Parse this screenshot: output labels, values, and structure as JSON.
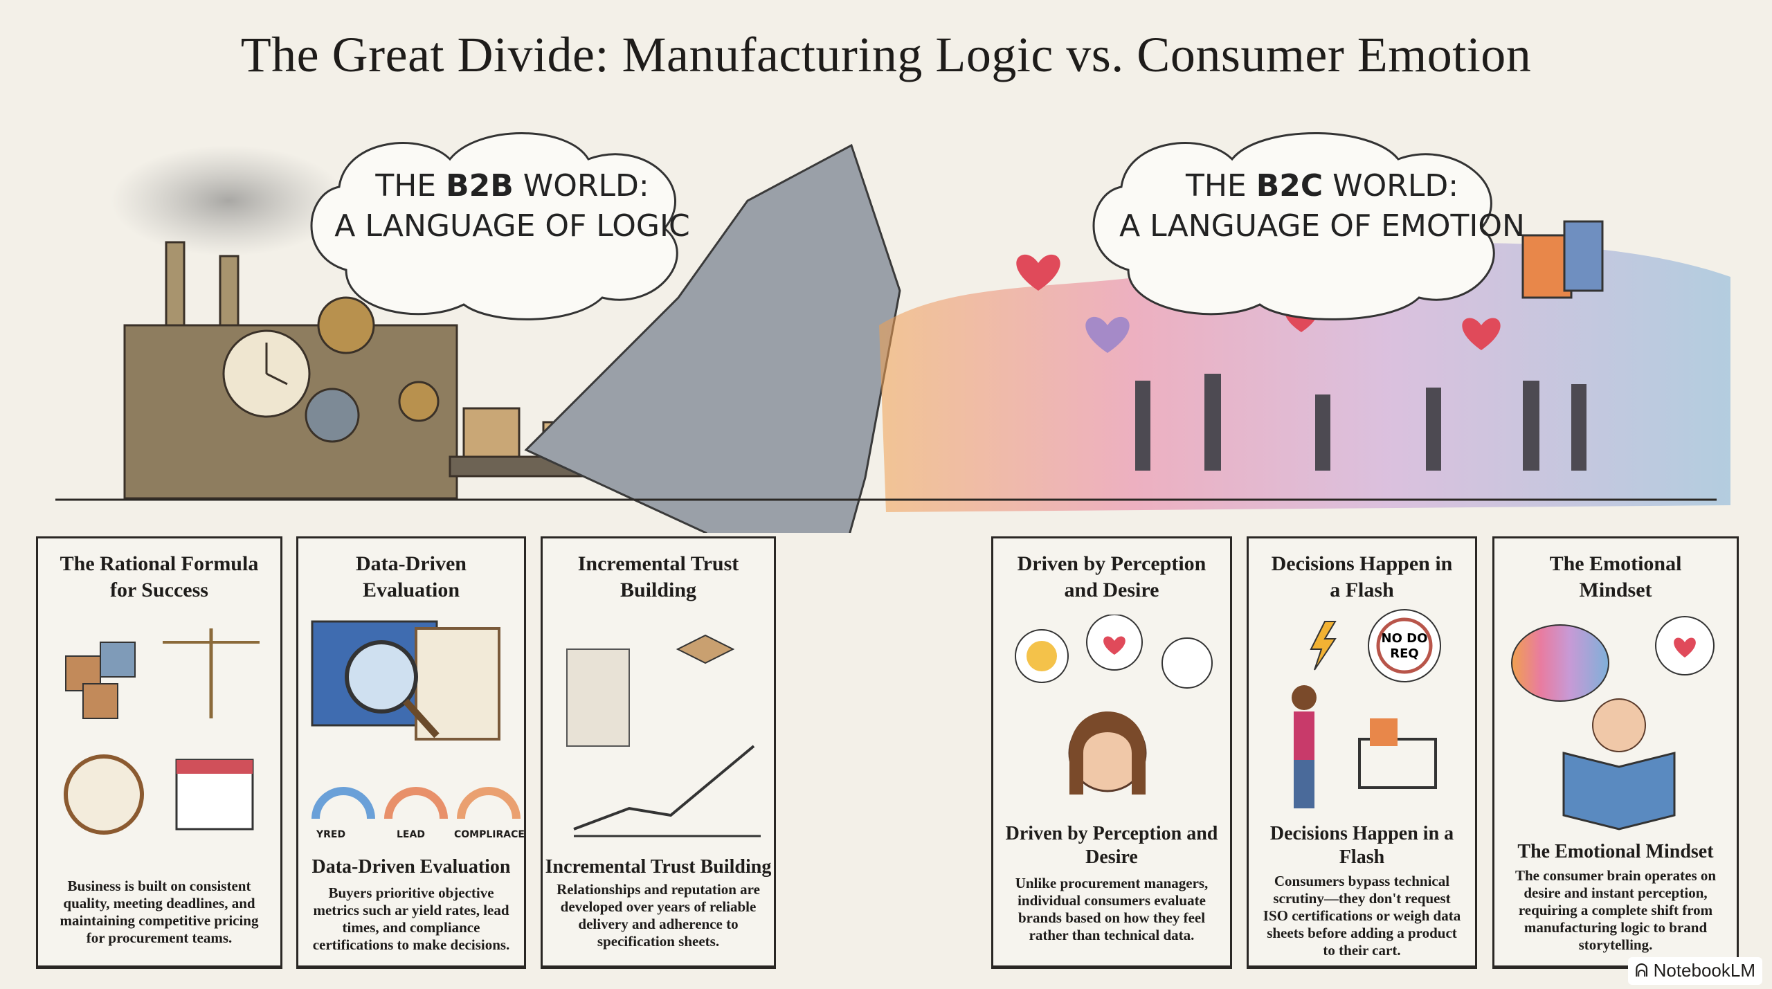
{
  "title": "The Great Divide: Manufacturing Logic vs. Consumer Emotion",
  "b2b_cloud": {
    "line1_pre": "THE ",
    "line1_bold": "B2B",
    "line1_post": " WORLD:",
    "line2": "A LANGUAGE OF LOGIC"
  },
  "b2c_cloud": {
    "line1_pre": "THE ",
    "line1_bold": "B2C",
    "line1_post": " WORLD:",
    "line2": "A LANGUAGE OF EMOTION"
  },
  "cards": [
    {
      "title": "The Rational Formula for Success",
      "body": "Business is built on consistent quality, meeting deadlines, and maintaining competitive pricing for procurement teams."
    },
    {
      "title": "Data-Driven Evaluation",
      "subtitle": "Data-Driven Evaluation",
      "gauges": [
        "YRED",
        "LEAD",
        "COMPLIRACE"
      ],
      "body": "Buyers prioritive objective metrics such ar yield rates, lead times, and compliance certifications to make decisions."
    },
    {
      "title": "Incremental Trust Building",
      "subtitle": "Incremental Trust Building",
      "body": "Relationships and reputation are developed over years of reliable delivery and adherence to specification sheets."
    },
    {
      "title": "Driven by Perception and Desire",
      "subtitle": "Driven by Perception and Desire",
      "body": "Unlike procurement managers, individual consumers evaluate brands based on how they feel rather than technical data."
    },
    {
      "title": "Decisions Happen in a Flash",
      "subtitle": "Decisions Happen in a Flash",
      "sign": [
        "NO DO",
        "REQ"
      ],
      "body": "Consumers bypass technical scrutiny—they don't request ISO certifications or weigh data sheets before adding a product to their cart."
    },
    {
      "title": "The Emotional Mindset",
      "subtitle": "The Emotional Mindset",
      "body": "The consumer brain operates on desire and instant perception, requiring a complete shift from manufacturing logic to brand storytelling."
    }
  ],
  "badge": "NotebookLM"
}
